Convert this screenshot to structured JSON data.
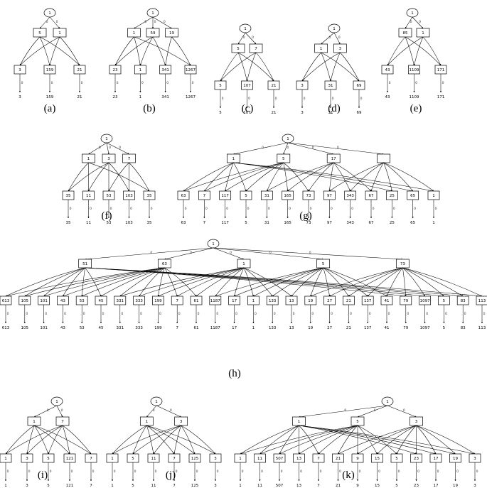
{
  "figure": {
    "panels": [
      {
        "label": "(a)",
        "leaf_values": [
          "3",
          "159",
          "21"
        ],
        "mid_labels": [
          "5",
          "1"
        ],
        "leaf_labels": [
          "3",
          "159",
          "21"
        ]
      },
      {
        "label": "(b)",
        "leaf_values": [
          "23",
          "1",
          "341",
          "1267"
        ],
        "mid_labels": [
          "1",
          "59",
          "19"
        ],
        "leaf_labels": [
          "23",
          "1",
          "341",
          "1267"
        ]
      },
      {
        "label": "(c)",
        "leaf_values": [
          "5",
          "107",
          "21"
        ],
        "mid_labels": [
          "5",
          "7"
        ],
        "leaf_labels": [
          "5",
          "107",
          "21"
        ]
      },
      {
        "label": "(d)",
        "leaf_values": [
          "3",
          "31",
          "69"
        ],
        "mid_labels": [
          "1",
          "3"
        ],
        "leaf_labels": [
          "3",
          "31",
          "69"
        ]
      },
      {
        "label": "(e)",
        "leaf_values": [
          "43",
          "1109",
          "171"
        ],
        "mid_labels": [
          "85",
          "1"
        ],
        "leaf_labels": [
          "43",
          "1109",
          "171"
        ]
      },
      {
        "label": "(f)",
        "leaf_values": [
          "35",
          "11",
          "53",
          "103",
          "35"
        ],
        "mid_labels": [
          "1",
          "3",
          "7"
        ],
        "leaf_labels": [
          "35",
          "11",
          "53",
          "103",
          "35"
        ]
      },
      {
        "label": "(g)",
        "leaf_values": [
          "63",
          "7",
          "117",
          "5",
          "31",
          "165",
          "73",
          "97",
          "343",
          "67",
          "25",
          "65",
          "1"
        ],
        "mid_labels": [
          "1",
          "5",
          "17",
          ""
        ],
        "leaf_labels": [
          "63",
          "7",
          "117",
          "5",
          "31",
          "165",
          "73",
          "97",
          "343",
          "67",
          "25",
          "65",
          "1"
        ]
      },
      {
        "label": "(h)",
        "leaf_values": [
          "613",
          "105",
          "101",
          "43",
          "53",
          "45",
          "331",
          "333",
          "199",
          "7",
          "61",
          "1187",
          "17",
          "1",
          "133",
          "13",
          "19",
          "27",
          "21",
          "137",
          "41",
          "79",
          "1097",
          "5",
          "83",
          "113"
        ],
        "mid_labels": [
          "51",
          "63",
          "1",
          "5",
          "73"
        ],
        "leaf_labels": [
          "613",
          "105",
          "101",
          "43",
          "53",
          "45",
          "331",
          "333",
          "199",
          "7",
          "61",
          "1187",
          "17",
          "1",
          "133",
          "13",
          "19",
          "27",
          "21",
          "137",
          "41",
          "79",
          "1097",
          "5",
          "83",
          "113"
        ]
      },
      {
        "label": "(i)",
        "leaf_values": [
          "1",
          "3",
          "5",
          "121",
          "7"
        ],
        "mid_labels": [
          "1",
          "7"
        ],
        "leaf_labels": [
          "1",
          "3",
          "5",
          "121",
          "7"
        ]
      },
      {
        "label": "(j)",
        "leaf_values": [
          "1",
          "5",
          "11",
          "7",
          "125",
          "3"
        ],
        "mid_labels": [
          "1",
          "3"
        ],
        "leaf_labels": [
          "1",
          "5",
          "11",
          "7",
          "125",
          "3"
        ]
      },
      {
        "label": "(k)",
        "leaf_values": [
          "1",
          "11",
          "507",
          "13",
          "7",
          "21",
          "9",
          "15",
          "5",
          "23",
          "17",
          "19",
          "3"
        ],
        "mid_labels": [
          "1",
          "5",
          "3"
        ],
        "leaf_labels": [
          "1",
          "11",
          "507",
          "13",
          "7",
          "21",
          "9",
          "15",
          "5",
          "23",
          "17",
          "19",
          "3"
        ]
      }
    ],
    "root_label": "1",
    "edge_glyph": "0"
  }
}
